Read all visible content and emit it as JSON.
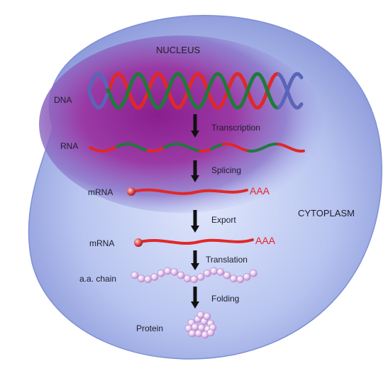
{
  "labels": {
    "nucleus": "NUCLEUS",
    "cytoplasm": "CYTOPLASM",
    "dna": "DNA",
    "rna": "RNA",
    "mrna_nuclear": "mRNA",
    "mrna_cytoplasm": "mRNA",
    "aa_chain": "a.a. chain",
    "protein": "Protein",
    "poly_a_nuclear": "AAA",
    "poly_a_cytoplasm": "AAA"
  },
  "steps": [
    "Transcription",
    "Splicing",
    "Export",
    "Translation",
    "Folding"
  ],
  "colors": {
    "cell": "#9fb0e6",
    "nucleus": "#7a1c86",
    "dna_red": "#e02828",
    "dna_green": "#1f7a3a",
    "dna_blue": "#5a64b8",
    "mrna": "#e02828",
    "arrow": "#111111",
    "bead": "#d9b3e6"
  }
}
